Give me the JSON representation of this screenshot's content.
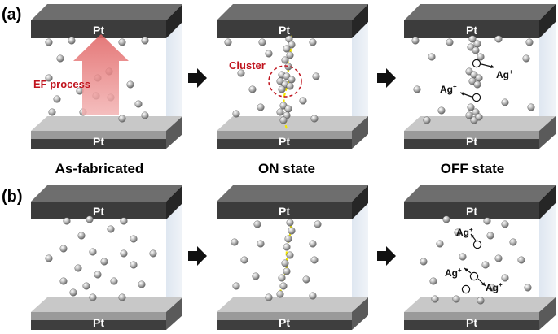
{
  "rows": [
    {
      "label": "(a)",
      "panels": [
        {
          "top_electrode": "Pt",
          "bottom_electrode": "Pt",
          "caption": "As-fabricated",
          "annotation": "EF process"
        },
        {
          "top_electrode": "Pt",
          "bottom_electrode": "Pt",
          "caption": "ON state",
          "annotation": "Cluster"
        },
        {
          "top_electrode": "Pt",
          "bottom_electrode": "Pt",
          "caption": "OFF state",
          "ion_labels": [
            "Ag+",
            "Ag+"
          ]
        }
      ]
    },
    {
      "label": "(b)",
      "panels": [
        {
          "top_electrode": "Pt",
          "bottom_electrode": "Pt"
        },
        {
          "top_electrode": "Pt",
          "bottom_electrode": "Pt"
        },
        {
          "top_electrode": "Pt",
          "bottom_electrode": "Pt",
          "ion_labels": [
            "Ag+",
            "Ag+",
            "Ag+"
          ]
        }
      ]
    }
  ],
  "colors": {
    "electrode_front": "#3c3c3c",
    "electrode_top": "#6e6e6e",
    "electrode_side": "#262626",
    "bottom_electrode_front": "#9a9a9a",
    "bottom_electrode_top": "#c8c8c8",
    "annotation_red": "#c0141e",
    "filament_yellow": "#f2e600",
    "arrow": "#111111"
  }
}
